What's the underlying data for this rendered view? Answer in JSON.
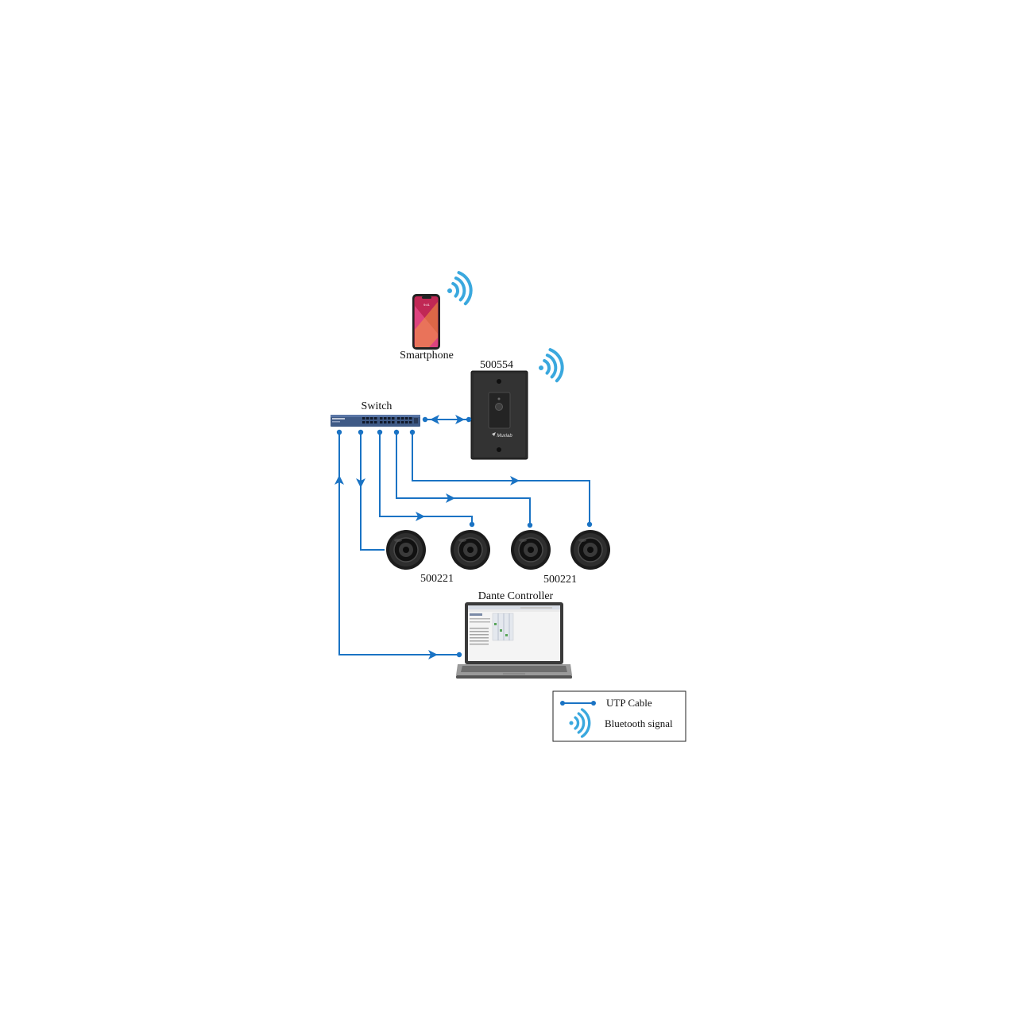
{
  "labels": {
    "smartphone": "Smartphone",
    "wall_panel": "500554",
    "switch": "Switch",
    "speaker_left": "500221",
    "speaker_right": "500221",
    "controller": "Dante Controller"
  },
  "legend": {
    "cable": "UTP Cable",
    "bluetooth": "Bluetooth signal"
  },
  "colors": {
    "cable": "#1a73c4",
    "bluetooth": "#3aa8de",
    "device_dark": "#2b2b2b",
    "switch_body": "#3f5a86"
  },
  "icons": {
    "phone": "smartphone-icon",
    "panel": "wall-panel-icon",
    "switch": "network-switch-icon",
    "speaker": "ceiling-speaker-icon",
    "laptop": "laptop-icon",
    "wireless": "bluetooth-signal-icon"
  }
}
